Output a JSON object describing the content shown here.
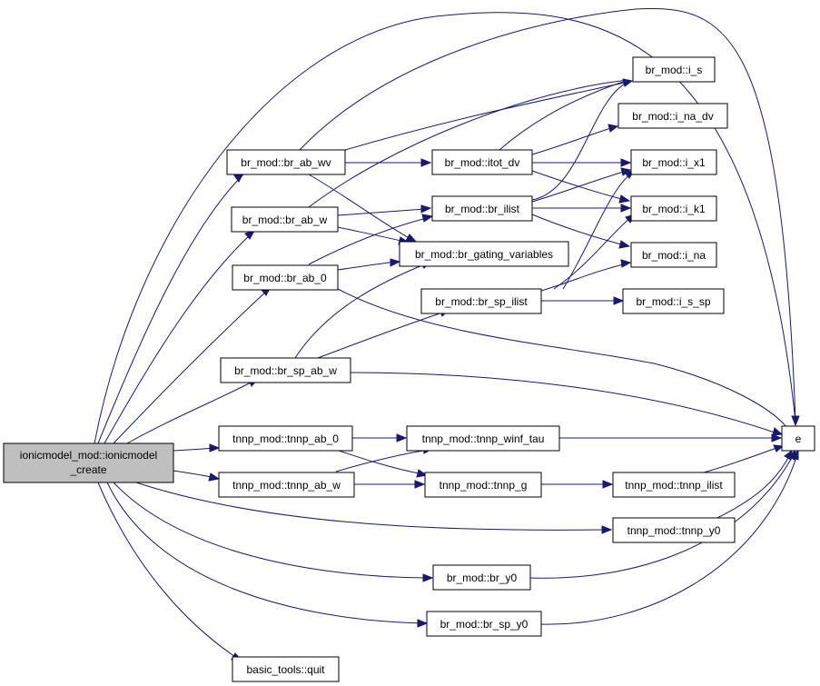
{
  "graph": {
    "nodes": {
      "root": {
        "lines": [
          "ionicmodel_mod::ionicmodel",
          "_create"
        ]
      },
      "br_ab_wv": {
        "label": "br_mod::br_ab_wv"
      },
      "br_ab_w": {
        "label": "br_mod::br_ab_w"
      },
      "br_ab_0": {
        "label": "br_mod::br_ab_0"
      },
      "br_sp_ab_w": {
        "label": "br_mod::br_sp_ab_w"
      },
      "tnnp_ab_0": {
        "label": "tnnp_mod::tnnp_ab_0"
      },
      "tnnp_ab_w": {
        "label": "tnnp_mod::tnnp_ab_w"
      },
      "basic_quit": {
        "label": "basic_tools::quit"
      },
      "itot_dv": {
        "label": "br_mod::itot_dv"
      },
      "br_ilist": {
        "label": "br_mod::br_ilist"
      },
      "br_gating": {
        "label": "br_mod::br_gating_variables"
      },
      "br_sp_ilist": {
        "label": "br_mod::br_sp_ilist"
      },
      "tnnp_winf_tau": {
        "label": "tnnp_mod::tnnp_winf_tau"
      },
      "tnnp_g": {
        "label": "tnnp_mod::tnnp_g"
      },
      "br_y0": {
        "label": "br_mod::br_y0"
      },
      "br_sp_y0": {
        "label": "br_mod::br_sp_y0"
      },
      "i_s": {
        "label": "br_mod::i_s"
      },
      "i_na_dv": {
        "label": "br_mod::i_na_dv"
      },
      "i_x1": {
        "label": "br_mod::i_x1"
      },
      "i_k1": {
        "label": "br_mod::i_k1"
      },
      "i_na": {
        "label": "br_mod::i_na"
      },
      "i_s_sp": {
        "label": "br_mod::i_s_sp"
      },
      "tnnp_ilist": {
        "label": "tnnp_mod::tnnp_ilist"
      },
      "tnnp_y0": {
        "label": "tnnp_mod::tnnp_y0"
      },
      "e": {
        "label": "e"
      }
    },
    "edge_color": "#191970",
    "root_fill": "#bfbfbf"
  }
}
